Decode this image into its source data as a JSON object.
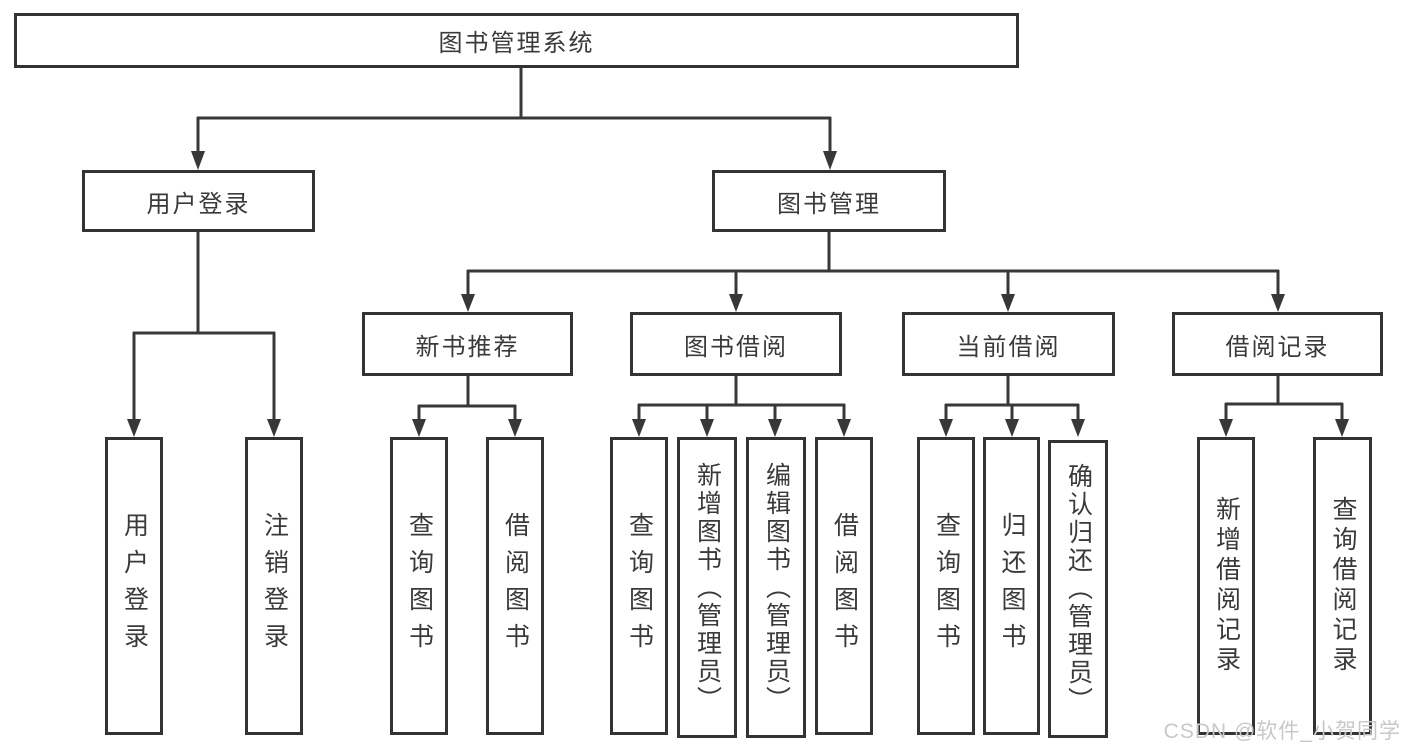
{
  "tree": {
    "root": {
      "label": "图书管理系统",
      "children": [
        {
          "label": "用户登录",
          "children": [
            {
              "label": "用户登录"
            },
            {
              "label": "注销登录"
            }
          ]
        },
        {
          "label": "图书管理",
          "children": [
            {
              "label": "新书推荐",
              "children": [
                {
                  "label": "查询图书"
                },
                {
                  "label": "借阅图书"
                }
              ]
            },
            {
              "label": "图书借阅",
              "children": [
                {
                  "label": "查询图书"
                },
                {
                  "label": "新增图书（管理员）"
                },
                {
                  "label": "编辑图书（管理员）"
                },
                {
                  "label": "借阅图书"
                }
              ]
            },
            {
              "label": "当前借阅",
              "children": [
                {
                  "label": "查询图书"
                },
                {
                  "label": "归还图书"
                },
                {
                  "label": "确认归还（管理员）"
                }
              ]
            },
            {
              "label": "借阅记录",
              "children": [
                {
                  "label": "新增借阅记录"
                },
                {
                  "label": "查询借阅记录"
                }
              ]
            }
          ]
        }
      ]
    }
  },
  "watermark": {
    "text": "CSDN @软件_小贺同学"
  },
  "colors": {
    "line": "#383838",
    "box_border": "#333333",
    "text": "#3a3a3a",
    "watermark": "#c8c8c8",
    "background": "#ffffff"
  }
}
